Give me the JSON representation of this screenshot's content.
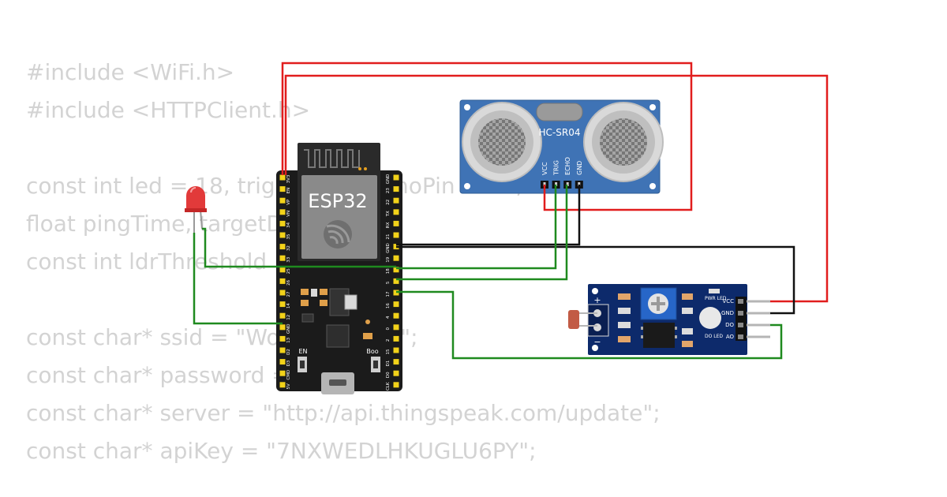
{
  "code_lines": [
    "#include <WiFi.h>",
    "#include <HTTPClient.h>",
    "",
    "const int led = 18, trigPin = 5, echoPin = 17;",
    "float pingTime, targetDistance;",
    "const int ldrThreshold = 500;",
    "",
    "const char* ssid = \"Wokwi-GUEST\";",
    "const char* password = \"\";",
    "const char* server = \"http://api.thingspeak.com/update\";",
    "const char* apiKey = \"7NXWEDLHKUGLU6PY\";"
  ],
  "esp32": {
    "label": "ESP32",
    "en_label": "EN",
    "boot_label": "Boo",
    "left_pins": [
      "3V3",
      "EN",
      "VP",
      "VN",
      "34",
      "35",
      "32",
      "33",
      "25",
      "26",
      "27",
      "14",
      "12",
      "GND",
      "13",
      "D2",
      "D3",
      "CMD",
      "5V"
    ],
    "right_pins": [
      "GND",
      "23",
      "22",
      "TX",
      "RX",
      "21",
      "GND",
      "19",
      "18",
      "5",
      "17",
      "16",
      "4",
      "0",
      "2",
      "15",
      "D1",
      "D0",
      "CLK"
    ]
  },
  "ultrasonic": {
    "label": "HC-SR04",
    "pins": [
      "VCC",
      "TRIG",
      "ECHO",
      "GND"
    ]
  },
  "ldr_module": {
    "pwr_led_label": "PWR LED",
    "do_led_label": "DO LED",
    "plus_label": "+",
    "minus_label": "−",
    "pins": [
      "VCC",
      "GND",
      "DO",
      "AO"
    ]
  },
  "colors": {
    "wire_red": "#e11d1d",
    "wire_green": "#1f8a1f",
    "wire_black": "#111111",
    "sensor_blue": "#3f73b5",
    "module_navy": "#0d2a6b",
    "board_black": "#1b1b1b"
  }
}
